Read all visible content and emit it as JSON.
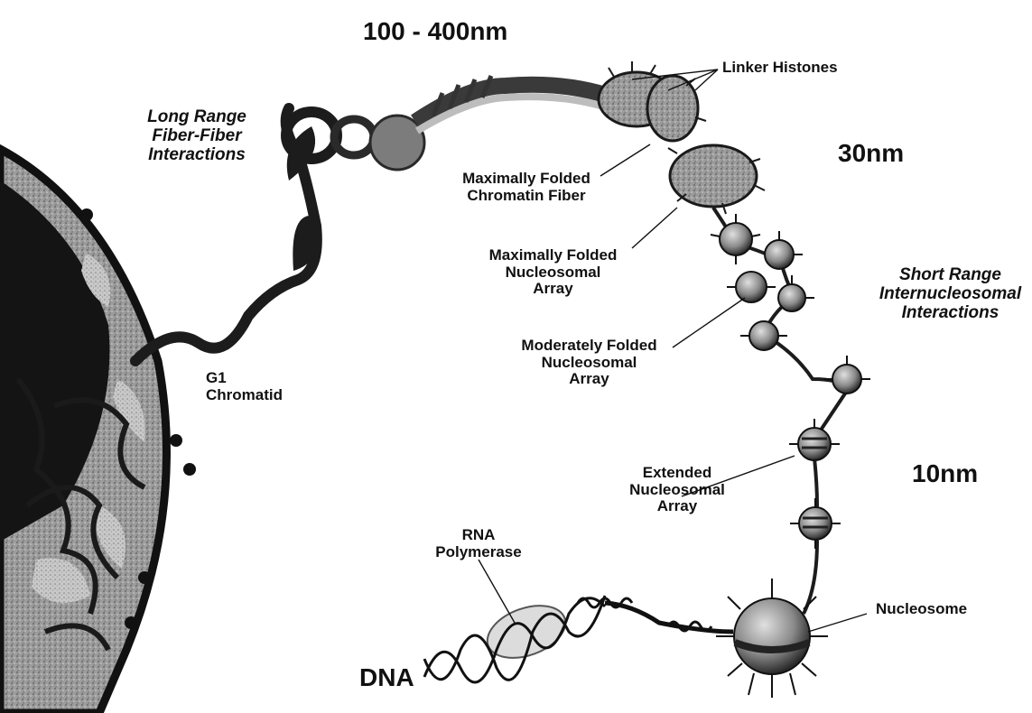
{
  "scales": {
    "large": "100 - 400nm",
    "medium": "30nm",
    "small": "10nm"
  },
  "labels": {
    "long_range": "Long Range\nFiber-Fiber\nInteractions",
    "linker_histones": "Linker Histones",
    "max_folded_fiber": "Maximally Folded\nChromatin Fiber",
    "max_folded_array": "Maximally Folded\nNucleosomal\nArray",
    "short_range": "Short Range\nInternucleosomal\nInteractions",
    "mod_folded_array": "Moderately Folded\nNucleosomal\nArray",
    "g1_chromatid": "G1\nChromatid",
    "extended_array": "Extended\nNucleosomal\nArray",
    "rna_polymerase": "RNA\nPolymerase",
    "nucleosome": "Nucleosome",
    "dna": "DNA"
  },
  "colors": {
    "ink": "#111111",
    "nucleus_fill": "#8a8a8a",
    "chromatin_dark": "#1c1c1c",
    "bead_fill": "#9a9a9a",
    "polymerase_fill": "#d8d8d8"
  }
}
